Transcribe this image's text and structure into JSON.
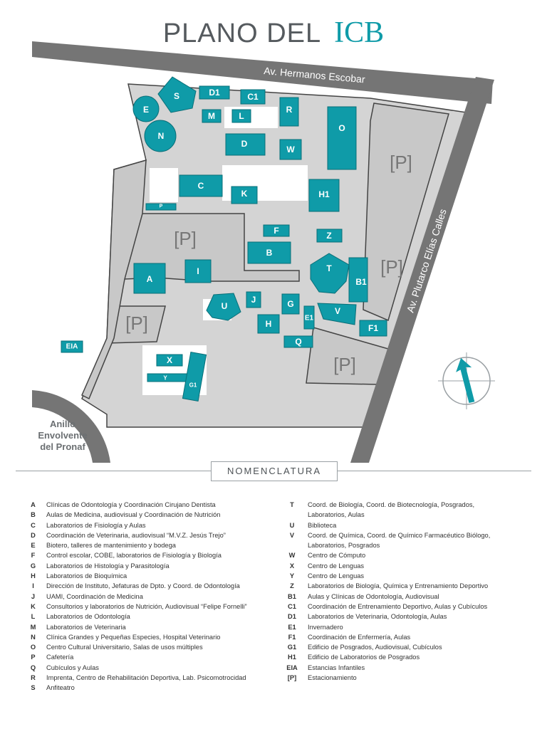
{
  "header": {
    "title_main": "PLANO DEL",
    "title_logo": "ICB"
  },
  "colors": {
    "building": "#0f9ba8",
    "road": "#757575",
    "campus": "#d4d4d4",
    "parking": "#c8c8c8",
    "accent_text": "#555a5e"
  },
  "map": {
    "streets": {
      "north": "Av. Hermanos Escobar",
      "east": "Av. Plutarco Elías Calles",
      "ring_line1": "Anillo",
      "ring_line2": "Envolvente",
      "ring_line3": "del Pronaf"
    },
    "parking_label": "[P]",
    "buildings": {
      "S": "S",
      "D1": "D1",
      "C1": "C1",
      "E": "E",
      "M": "M",
      "L": "L",
      "R": "R",
      "N": "N",
      "O": "O",
      "D": "D",
      "W": "W",
      "C": "C",
      "K": "K",
      "H1": "H1",
      "P": "P",
      "F": "F",
      "Z": "Z",
      "B": "B",
      "T": "T",
      "B1": "B1",
      "A": "A",
      "I": "I",
      "J": "J",
      "G": "G",
      "U": "U",
      "V": "V",
      "H": "H",
      "E1": "E1",
      "F1": "F1",
      "Q": "Q",
      "EIA": "EIA",
      "X": "X",
      "Y": "Y",
      "G1": "G1"
    },
    "compass_icon": "north-arrow-icon"
  },
  "legend": {
    "title": "NOMENCLATURA",
    "left": [
      {
        "code": "A",
        "desc": "Clínicas de Odontología y Coordinación Cirujano Dentista"
      },
      {
        "code": "B",
        "desc": "Aulas de Medicina, audiovisual y Coordinación de Nutrición"
      },
      {
        "code": "C",
        "desc": "Laboratorios de Fisiología y Aulas"
      },
      {
        "code": "D",
        "desc": "Coordinación de Veterinaria, audiovisual “M.V.Z. Jesús Trejo”"
      },
      {
        "code": "E",
        "desc": "Biotero, talleres de mantenimiento y bodega"
      },
      {
        "code": "F",
        "desc": "Control escolar, COBE, laboratorios de Fisiología y Biología"
      },
      {
        "code": "G",
        "desc": "Laboratorios de Histología y Parasitología"
      },
      {
        "code": "H",
        "desc": "Laboratorios de Bioquímica"
      },
      {
        "code": "I",
        "desc": "Dirección de Instituto, Jefaturas de Dpto. y Coord. de Odontología"
      },
      {
        "code": "J",
        "desc": "UAMI, Coordinación de Medicina"
      },
      {
        "code": "K",
        "desc": "Consultorios y laboratorios de Nutrición, Audiovisual “Felipe Fornelli”"
      },
      {
        "code": "L",
        "desc": "Laboratorios de Odontología"
      },
      {
        "code": "M",
        "desc": "Laboratorios de Veterinaria"
      },
      {
        "code": "N",
        "desc": "Clínica Grandes y Pequeñas Especies, Hospital Veterinario"
      },
      {
        "code": "O",
        "desc": "Centro Cultural Universitario, Salas de usos múltiples"
      },
      {
        "code": "P",
        "desc": "Cafetería"
      },
      {
        "code": "Q",
        "desc": "Cubículos y Aulas"
      },
      {
        "code": "R",
        "desc": "Imprenta, Centro de Rehabilitación Deportiva, Lab. Psicomotrocidad"
      },
      {
        "code": "S",
        "desc": "Anfiteatro"
      }
    ],
    "right": [
      {
        "code": "T",
        "desc": "Coord. de Biología, Coord. de Biotecnología, Posgrados,"
      },
      {
        "code": "",
        "desc": "Laboratorios, Aulas"
      },
      {
        "code": "U",
        "desc": "Biblioteca"
      },
      {
        "code": "V",
        "desc": "Coord. de Química, Coord. de Químico Farmacéutico Biólogo,"
      },
      {
        "code": "",
        "desc": "Laboratorios, Posgrados"
      },
      {
        "code": "W",
        "desc": "Centro de Cómputo"
      },
      {
        "code": "X",
        "desc": "Centro de Lenguas"
      },
      {
        "code": "Y",
        "desc": "Centro de Lenguas"
      },
      {
        "code": "Z",
        "desc": "Laboratorios de Biología, Química y Entrenamiento Deportivo"
      },
      {
        "code": "B1",
        "desc": "Aulas y Clínicas de Odontología, Audiovisual"
      },
      {
        "code": "C1",
        "desc": "Coordinación de Entrenamiento Deportivo, Aulas y Cubículos"
      },
      {
        "code": "D1",
        "desc": "Laboratorios de Veterinaria, Odontología, Aulas"
      },
      {
        "code": "E1",
        "desc": "Invernadero"
      },
      {
        "code": "F1",
        "desc": "Coordinación de Enfermería, Aulas"
      },
      {
        "code": "G1",
        "desc": "Edificio de Posgrados, Audiovisual, Cubículos"
      },
      {
        "code": "H1",
        "desc": "Edificio de Laboratorios de Posgrados"
      },
      {
        "code": "EIA",
        "desc": "Estancias Infantiles"
      },
      {
        "code": "[P]",
        "desc": "Estacionamiento"
      }
    ]
  }
}
